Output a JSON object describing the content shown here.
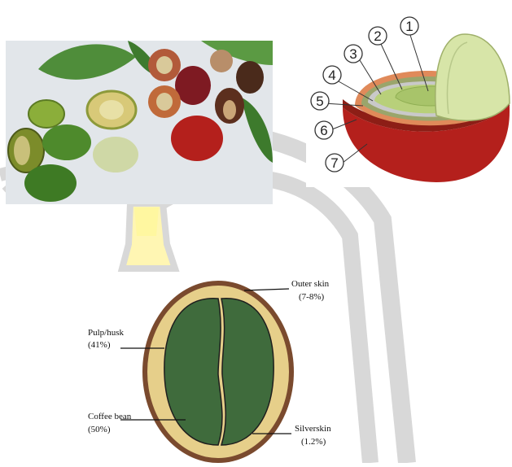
{
  "photo": {
    "description_icon": "coffee-cherries-photo"
  },
  "cutaway": {
    "labels": [
      "1",
      "2",
      "3",
      "4",
      "5",
      "6",
      "7"
    ]
  },
  "cross_section": {
    "outer_skin_label": "Outer skin",
    "outer_skin_pct": "(7-8%)",
    "pulp_label": "Pulp/husk",
    "pulp_pct": "(41%)",
    "bean_label": "Coffee bean",
    "bean_pct": "(50%)",
    "silverskin_label": "Silverskin",
    "silverskin_pct": "(1.2%)"
  },
  "colors": {
    "watermark_gray": "#d4d4d4",
    "watermark_yellow": "#fff6b3",
    "skin_brown": "#7a4a2e",
    "pulp_tan": "#e6cf8a",
    "bean_green": "#3f6b3c",
    "cherry_red": "#b4201c"
  }
}
